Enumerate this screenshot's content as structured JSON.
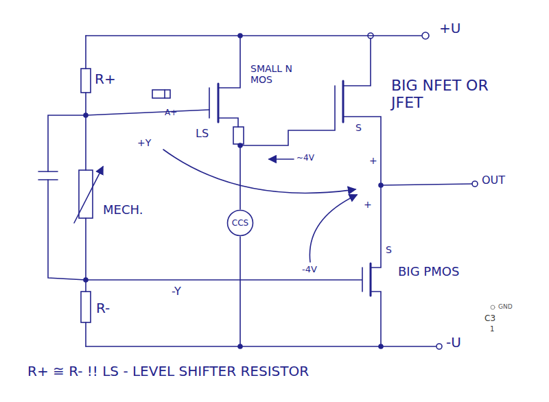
{
  "diagram": {
    "nodes": [
      {
        "text": [
          "CCS"
        ]
      }
    ],
    "labels": [
      "+U",
      "R+",
      "SMALL N MOS",
      "BIG NFET OR JFET",
      "A+",
      "+Y",
      "LS",
      "S",
      "~4V",
      "+",
      "OUT",
      "+",
      "MECH.",
      "-4V",
      "S",
      "-Y",
      "BIG PMOS",
      "R-",
      "GND",
      "C3",
      "1",
      "-U",
      "R+ ≅ R- !! LS - LEVEL SHIFTER RESISTOR"
    ]
  }
}
